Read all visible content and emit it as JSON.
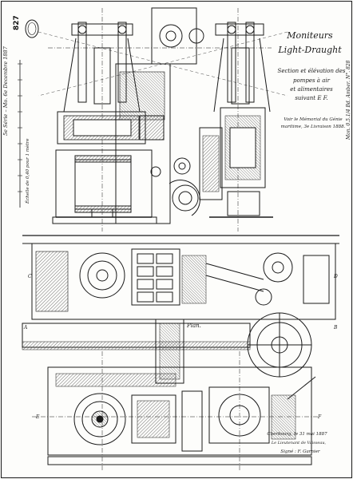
{
  "plate": {
    "number": "827",
    "side_note_left": "5e Série – Mo. 6e Decembre 1887",
    "side_note_right": "Mon. 0.5.1/4 Bd. Amber. N°. 828",
    "title_line1": "Moniteurs",
    "title_line2": "Light-Draught",
    "caption_line1": "Section et élévation des",
    "caption_line2": "pompes à air",
    "caption_line3": "et alimentaires",
    "caption_line4": "suivant E F.",
    "reference_line1": "Voir le Mémorial du Génie",
    "reference_line2": "maritime, 3e Livraison 1888.",
    "scale_note": "Échelle de 0,40 pour 1 mètre",
    "plan_label": "Plan.",
    "signature_line1": "Cherbourg, le 31 mai 1887",
    "signature_line2": "Le Lieutenant de Vaisseau,",
    "signature_line3": "Signé : F. Garnier",
    "section_marks": {
      "c_left": "C",
      "d_right": "D",
      "a_left": "A",
      "b_right": "B",
      "e_left": "E",
      "f_right": "F"
    }
  },
  "colors": {
    "ink": "#1a1a1a",
    "paper": "#fdfdfb",
    "hatch": "#333333"
  }
}
